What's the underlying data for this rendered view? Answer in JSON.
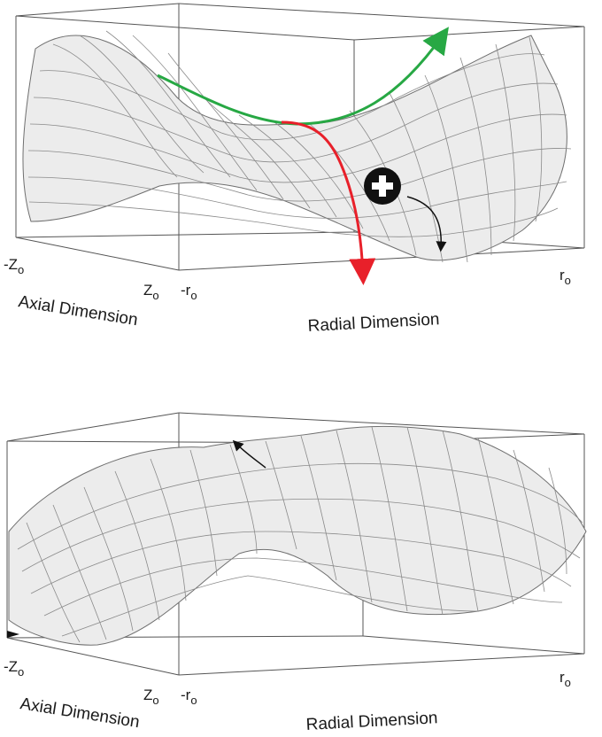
{
  "panels": [
    {
      "id": "top",
      "labels": {
        "neg_z": "-Z",
        "pos_z": "Z",
        "neg_r": "-r",
        "pos_r": "r",
        "subscript": "o",
        "axial_axis": "Axial Dimension",
        "radial_axis": "Radial Dimension"
      },
      "trajectories": {
        "stable_direction_color": "#27a844",
        "unstable_direction_color": "#e8202a",
        "ion_motion_color": "#111111"
      },
      "ion": {
        "charge_symbol": "+"
      }
    },
    {
      "id": "bottom",
      "labels": {
        "neg_z": "-Z",
        "pos_z": "Z",
        "neg_r": "-r",
        "pos_r": "r",
        "subscript": "o",
        "axial_axis": "Axial Dimension",
        "radial_axis": "Radial Dimension"
      }
    }
  ],
  "colors": {
    "surface_fill": "#ececec",
    "surface_grid": "#7a7a7a",
    "box_lines": "#555555"
  }
}
